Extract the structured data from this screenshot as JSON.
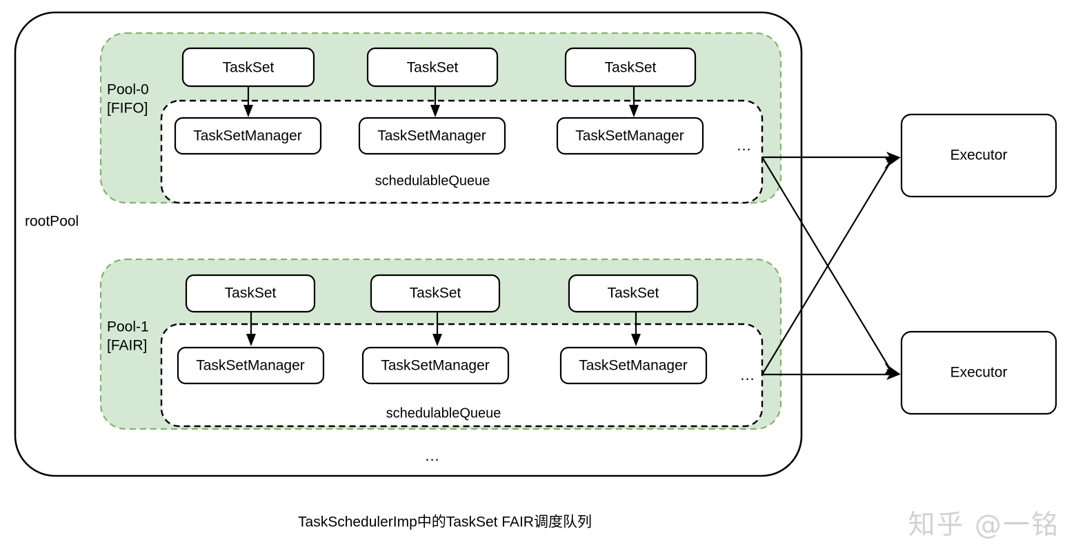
{
  "diagram": {
    "caption": "TaskSchedulerImp中的TaskSet FAIR调度队列",
    "watermark": "知乎 @一铭",
    "root_container": {
      "label": "rootPool",
      "shape": "rounded-rectangle"
    },
    "colors": {
      "pool_fill": "#d5e8d4",
      "pool_stroke": "#82b366",
      "node_fill": "#ffffff",
      "node_stroke": "#000000",
      "edge_stroke": "#000000",
      "watermark": "#d2d2d2",
      "background": "#ffffff"
    },
    "pools": [
      {
        "name": "Pool-0",
        "policy": "[FIFO]",
        "label_line1": "Pool-0",
        "label_line2": "[FIFO]",
        "queue_label": "schedulableQueue",
        "ellipsis": "...",
        "tasksets": [
          {
            "label": "TaskSet"
          },
          {
            "label": "TaskSet"
          },
          {
            "label": "TaskSet"
          }
        ],
        "managers": [
          {
            "label": "TaskSetManager"
          },
          {
            "label": "TaskSetManager"
          },
          {
            "label": "TaskSetManager"
          }
        ]
      },
      {
        "name": "Pool-1",
        "policy": "[FAIR]",
        "label_line1": "Pool-1",
        "label_line2": "[FAIR]",
        "queue_label": "schedulableQueue",
        "ellipsis": "...",
        "tasksets": [
          {
            "label": "TaskSet"
          },
          {
            "label": "TaskSet"
          },
          {
            "label": "TaskSet"
          }
        ],
        "managers": [
          {
            "label": "TaskSetManager"
          },
          {
            "label": "TaskSetManager"
          },
          {
            "label": "TaskSetManager"
          }
        ]
      }
    ],
    "more_pools_ellipsis": "...",
    "executors": [
      {
        "label": "Executor"
      },
      {
        "label": "Executor"
      }
    ]
  }
}
